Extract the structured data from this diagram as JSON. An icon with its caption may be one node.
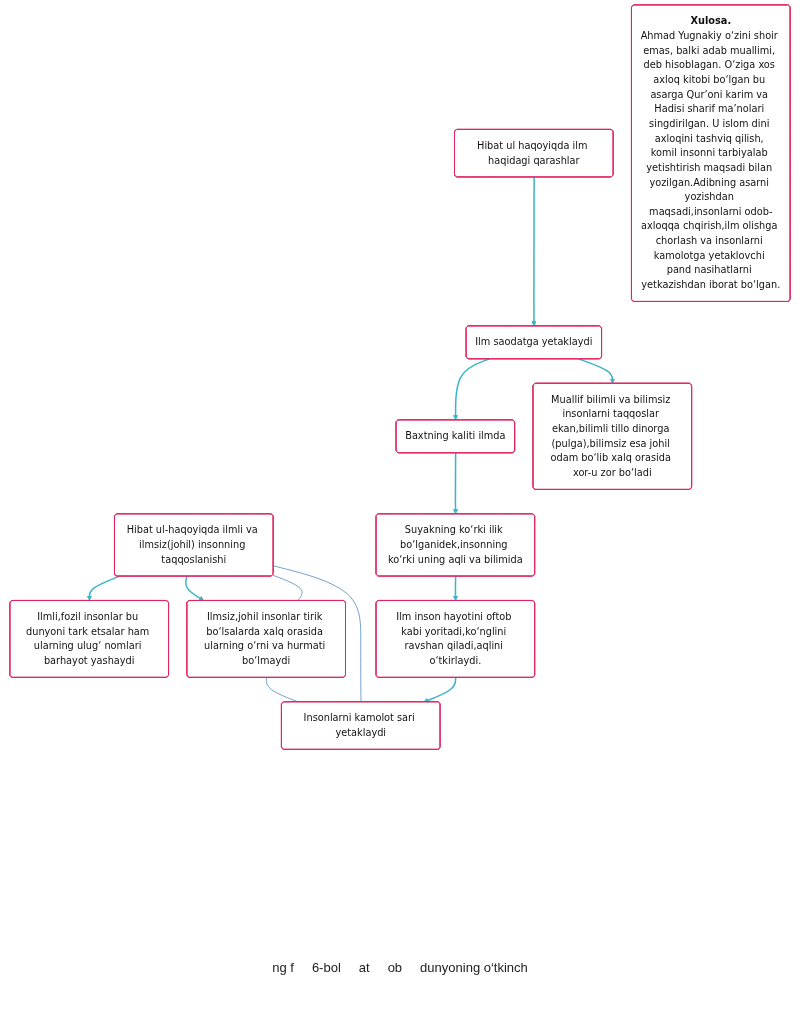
{
  "diagram": {
    "nodes": [
      {
        "text": [
          "Hibat ul haqoyiqda ilm haqidagi qarashlar"
        ]
      },
      {
        "text": [
          "Ilm saodatga yetaklaydi"
        ]
      },
      {
        "text": [
          "Baxtning kaliti ilmda"
        ]
      },
      {
        "text": [
          "Muallif bilimli va bilimsiz insonlarni taqqoslar ekan,bilimli tillo dinorga (pulga),bilimsiz esa johil odam bo‘lib xalq orasida xor-u zor bo‘ladi"
        ]
      },
      {
        "text": [
          "Hibat ul-haqoyiqda ilmli va ilmsiz(johil) insonning taqqoslanishi"
        ]
      },
      {
        "text": [
          "Suyakning ko‘rki ilik bo‘lganidek,insonning ko‘rki uning aqli va bilimida"
        ]
      },
      {
        "text": [
          "Ilmli,fozil insonlar bu dunyoni tark etsalar ham ularning ulug‘ nomlari barhayot yashaydi"
        ]
      },
      {
        "text": [
          "Ilmsiz,johil insonlar tirik bo‘lsalarda xalq orasida ularning o‘rni va hurmati bo‘lmaydi"
        ]
      },
      {
        "text": [
          "Insonlarni kamolot sari yetaklaydi"
        ]
      },
      {
        "text": [
          "Ilm inson hayotini oftob kabi yoritadi,ko‘nglini ravshan qiladi,aqlini o‘tkirlaydi."
        ]
      },
      {
        "text": [
          "Xulosa.",
          "Ahmad Yugnakiy o‘zini shoir emas, balki adab muallimi, deb hisoblagan. O‘ziga xos axloq kitobi bo‘lgan bu asarga Qur’oni karim va Hadisi sharif ma’nolari singdirilgan. U islom dini axloqini tashviq qilish, komil insonni tarbiyalab yetishtirish maqsadi bilan yozilgan.Adibning asarni yozishdan maqsadi,insonlarni odob-axloqqa chqirish,ilm olishga chorlash va insonlarni kamolotga yetaklovchi pand nasihatlarni yetkazishdan iborat bo‘lgan."
        ]
      }
    ],
    "edges": [
      {
        "from": 0,
        "to": 1,
        "arrow": "to"
      },
      {
        "from": 1,
        "to": 2,
        "arrow": "to"
      },
      {
        "from": 1,
        "to": 3,
        "arrow": "to"
      },
      {
        "from": 2,
        "to": 5,
        "arrow": "to"
      },
      {
        "from": 4,
        "to": 6,
        "arrow": "to"
      },
      {
        "from": 4,
        "to": 7,
        "arrow": "to"
      },
      {
        "from": 5,
        "to": 9,
        "arrow": "to"
      },
      {
        "from": 9,
        "to": 8,
        "arrow": "to"
      },
      {
        "from": 4,
        "to": 7,
        "arrow": "none",
        "color": "#3f7fbf"
      },
      {
        "from": 7,
        "to": 8,
        "arrow": "none",
        "color": "#3f7fbf"
      },
      {
        "from": 4,
        "to": 8,
        "arrow": "none",
        "color": "#3f7fbf"
      }
    ],
    "labels": [
      "ng f",
      "6-bol",
      "at",
      "ob",
      "dunyoning o‘tkinch"
    ]
  }
}
